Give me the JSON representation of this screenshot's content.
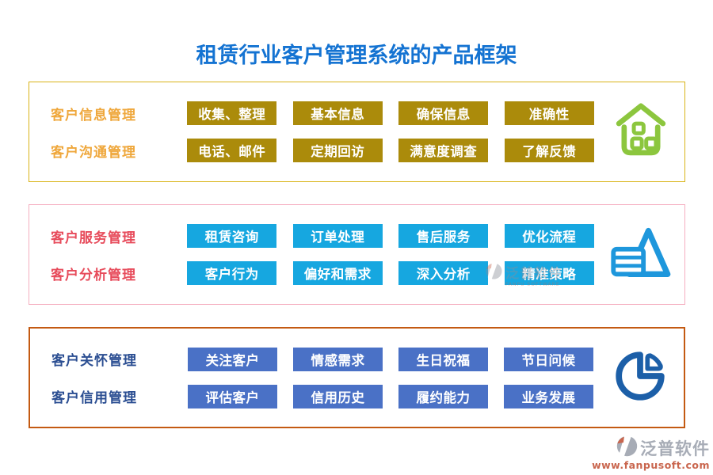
{
  "page": {
    "title": "租赁行业客户管理系统的产品框架",
    "title_color": "#1473D2",
    "background": "#ffffff"
  },
  "sections": [
    {
      "name": "customer-info-and-communication",
      "border_color": "#D9B418",
      "label_color": "#EFA73B",
      "button_color": "#AB8B0B",
      "icon": "house-icon",
      "icon_color": "#8CC63E",
      "rows": [
        {
          "label": "客户信息管理",
          "items": [
            "收集、整理",
            "基本信息",
            "确保信息",
            "准确性"
          ]
        },
        {
          "label": "客户沟通管理",
          "items": [
            "电话、邮件",
            "定期回访",
            "满意度调查",
            "了解反馈"
          ]
        }
      ]
    },
    {
      "name": "customer-service-and-analysis",
      "border_color": "#F5AEC0",
      "label_color": "#E74B5B",
      "button_color": "#16A7E0",
      "icon": "pyramid-list-icon",
      "icon_color": "#1E97DC",
      "rows": [
        {
          "label": "客户服务管理",
          "items": [
            "租赁咨询",
            "订单处理",
            "售后服务",
            "优化流程"
          ]
        },
        {
          "label": "客户分析管理",
          "items": [
            "客户行为",
            "偏好和需求",
            "深入分析",
            "精准策略"
          ]
        }
      ]
    },
    {
      "name": "customer-care-and-credit",
      "border_color": "#C45A12",
      "label_color": "#2B4E92",
      "button_color": "#4A71C6",
      "icon": "pie-chart-icon",
      "icon_color": "#1C5FA8",
      "rows": [
        {
          "label": "客户关怀管理",
          "items": [
            "关注客户",
            "情感需求",
            "生日祝福",
            "节日问候"
          ]
        },
        {
          "label": "客户信用管理",
          "items": [
            "评估客户",
            "信用历史",
            "履约能力",
            "业务发展"
          ]
        }
      ]
    }
  ],
  "watermark": {
    "name": "泛普软件",
    "subtext": "FANPU SOFTWARE"
  },
  "footer_logo": {
    "name": "泛普软件",
    "url": "www.fanpusoft.com",
    "name_color": "#A7ACB6",
    "url_color": "#C9664E"
  }
}
